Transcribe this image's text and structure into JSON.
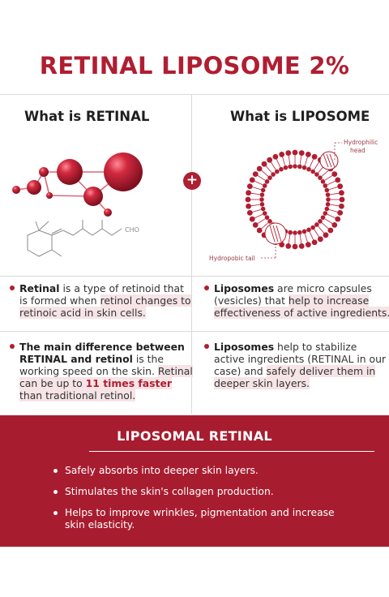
{
  "title": "RETINAL LIPOSOME 2%",
  "left": {
    "heading": "What is RETINAL",
    "formula_label": "CHO",
    "p1": {
      "bold": "Retinal",
      "text1": " is a type of retinoid that is formed when ",
      "hl": "retinol changes to retinoic acid in skin cells."
    },
    "p2": {
      "bold": "The main difference between RETINAL and retinol",
      "text1": " is the working speed  on the skin. ",
      "hl1": "Retinal can be up to ",
      "red": "11 times faster",
      "hl2": " than traditional retinol."
    }
  },
  "right": {
    "heading": "What is LIPOSOME",
    "label_head_1": "Hydrophilic",
    "label_head_2": "head",
    "label_tail": "Hydropobic tail",
    "p1": {
      "bold": "Liposomes",
      "text1": " are micro capsules (vesicles) that ",
      "hl": "help to increase effectiveness of active ingredients."
    },
    "p2": {
      "bold": "Liposomes",
      "text1": " help to stabilize active ingredients (RETINAL in our case) and ",
      "hl": "safely deliver them in deeper skin layers."
    }
  },
  "plus_symbol": "+",
  "band": {
    "title": "LIPOSOMAL RETINAL",
    "items": [
      "Safely absorbs into deeper skin layers.",
      "Stimulates the skin's collagen production.",
      "Helps to improve wrinkles, pigmentation and increase skin elasticity."
    ]
  },
  "colors": {
    "accent": "#b01e32",
    "band": "#a81c2f",
    "highlight": "#f6e4e6"
  }
}
